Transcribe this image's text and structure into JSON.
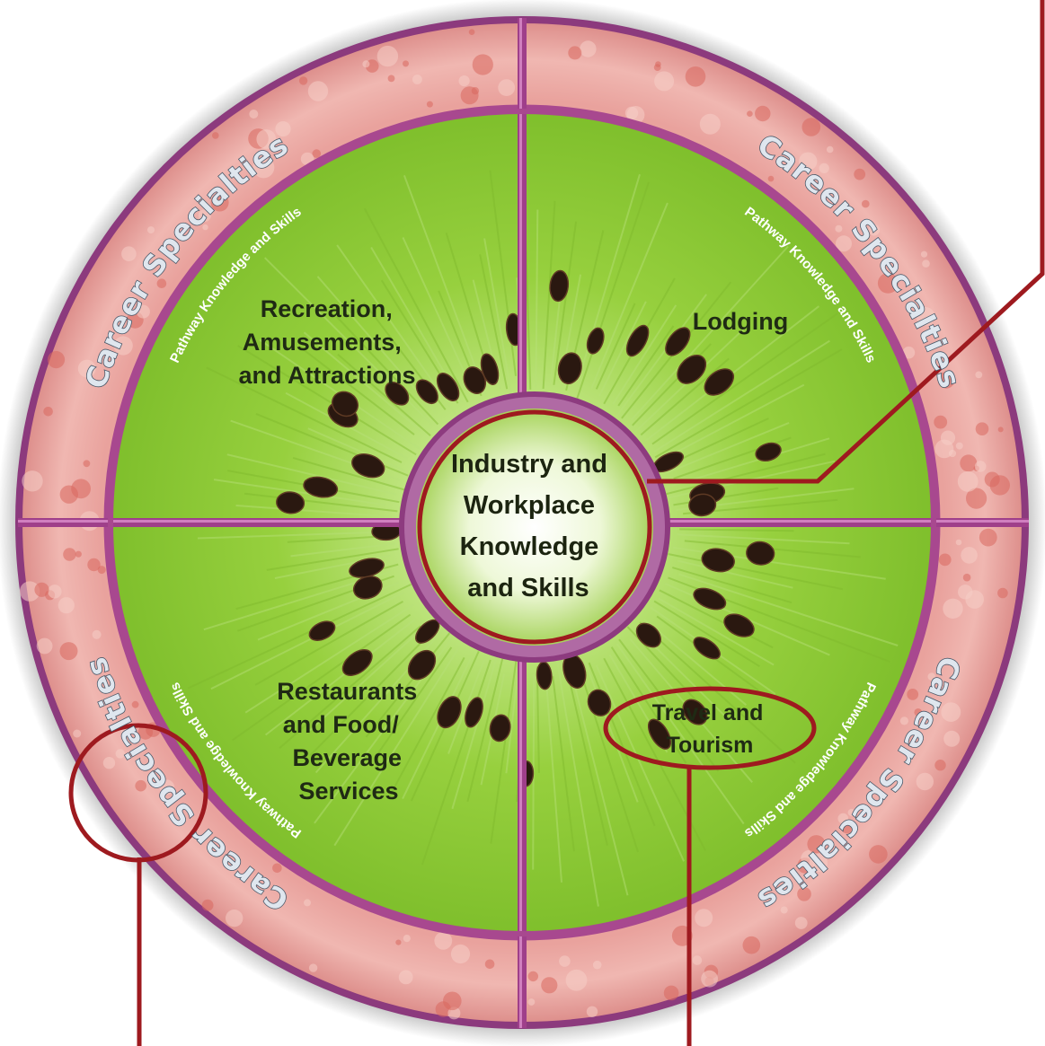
{
  "center": {
    "lines": [
      "Industry and",
      "Workplace",
      "Knowledge",
      "and Skills"
    ]
  },
  "quadrants": {
    "top_left": {
      "lines": [
        "Recreation,",
        "Amusements,",
        "and Attractions"
      ]
    },
    "top_right": {
      "lines": [
        "Lodging"
      ]
    },
    "bottom_left": {
      "lines": [
        "Restaurants",
        "and Food/",
        "Beverage",
        "Services"
      ]
    },
    "bottom_right": {
      "lines": [
        "Travel and",
        "Tourism"
      ]
    }
  },
  "outer_ring": {
    "label": "Career Specialties"
  },
  "inner_ring": {
    "label": "Pathway Knowledge and Skills"
  },
  "colors": {
    "kiwi_green": "#93cf3c",
    "ring_pink": "#e7a19c",
    "border_purple": "#9a3f86",
    "callout_red": "#9e1a1f",
    "seed": "#2a1810"
  }
}
